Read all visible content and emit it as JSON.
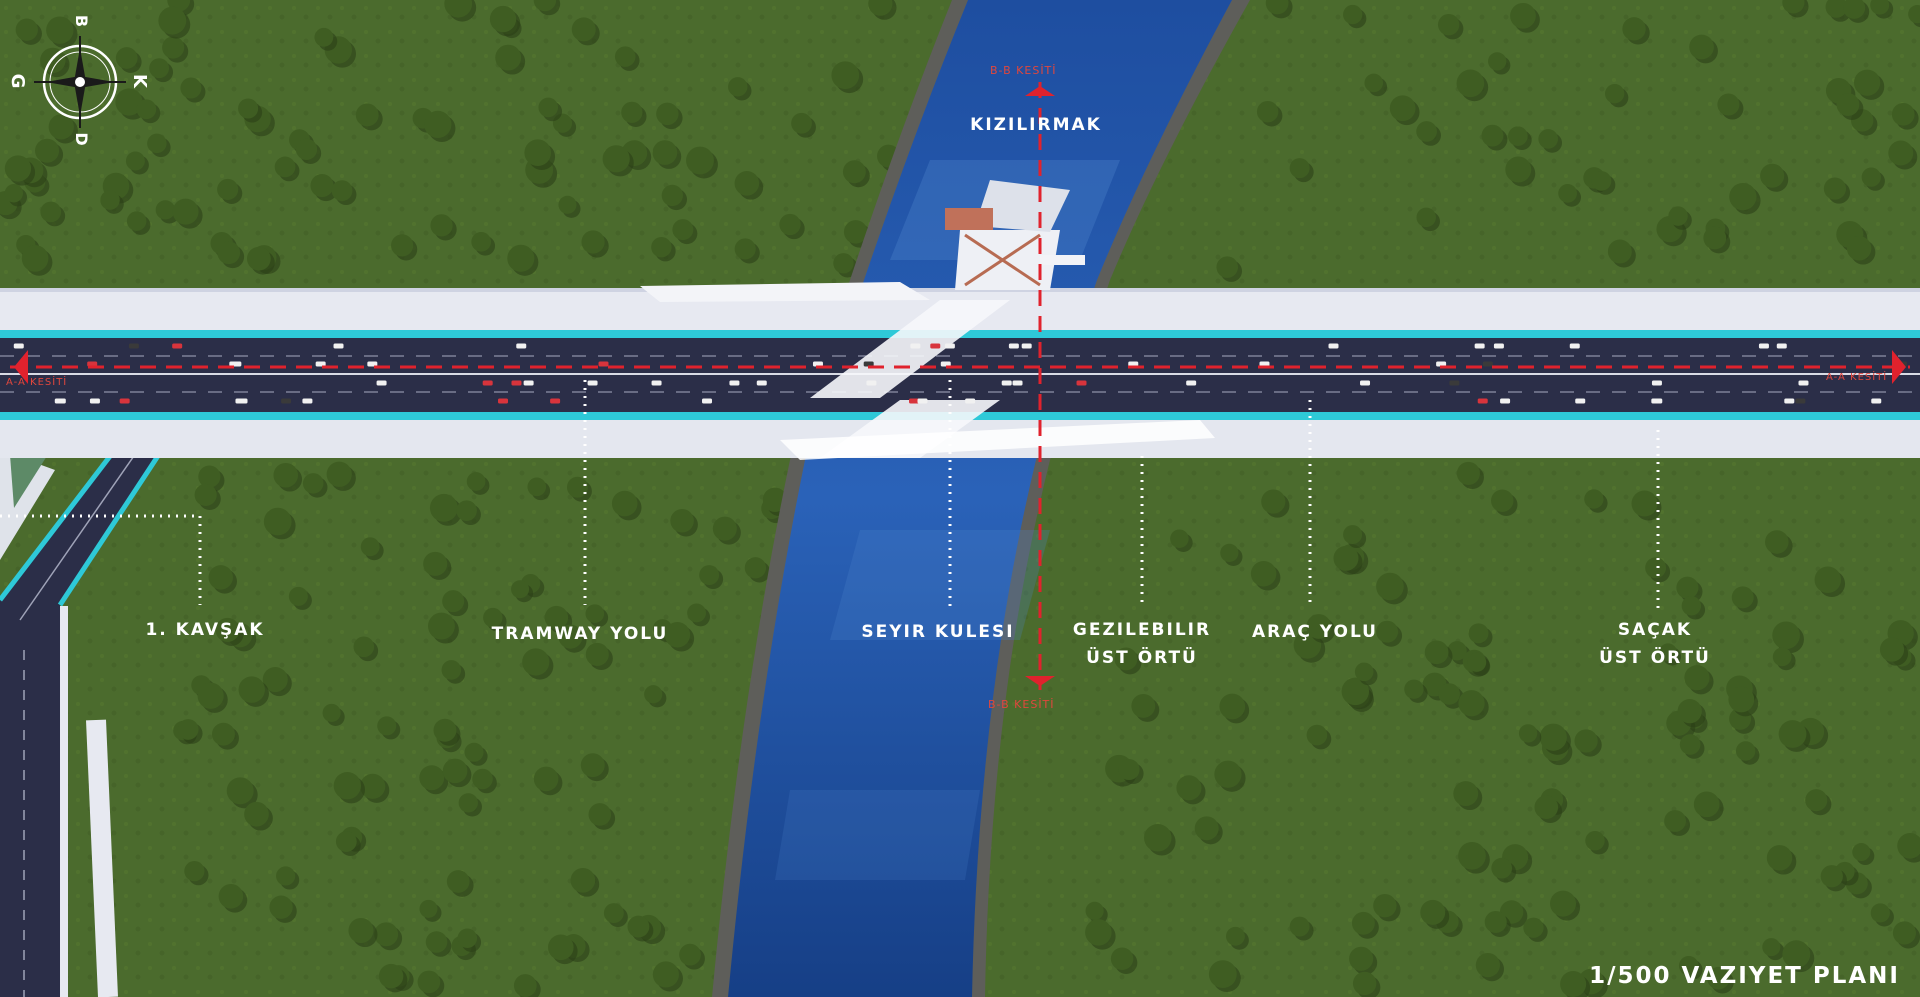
{
  "compass": {
    "north": "B",
    "east": "K",
    "west": "G",
    "south": "D"
  },
  "river_label": "KIZILIRMAK",
  "section_labels": {
    "aa_left": "A-A KESİTİ",
    "aa_right": "A-A KESİTİ",
    "bb_top": "B-B KESİTİ",
    "bb_bottom": "B-B KESİTİ"
  },
  "callouts": {
    "junction": "1. KAVŞAK",
    "tramway": "TRAMWAY YOLU",
    "tower": "SEYIR KULESI",
    "walkable_roof_1": "GEZILEBILIR",
    "walkable_roof_2": "ÜST ÖRTÜ",
    "vehicle_road": "ARAÇ YOLU",
    "eave_roof_1": "SAÇAK",
    "eave_roof_2": "ÜST ÖRTÜ"
  },
  "plan_title": "1/500 VAZIYET PLANI",
  "colors": {
    "grass": "#4a6a2c",
    "water": "#1f4f9c",
    "road": "#2c2f4a",
    "deck": "#e7e9f1",
    "accent_cyan": "#2ec9d8",
    "section_red": "#e0222d"
  }
}
